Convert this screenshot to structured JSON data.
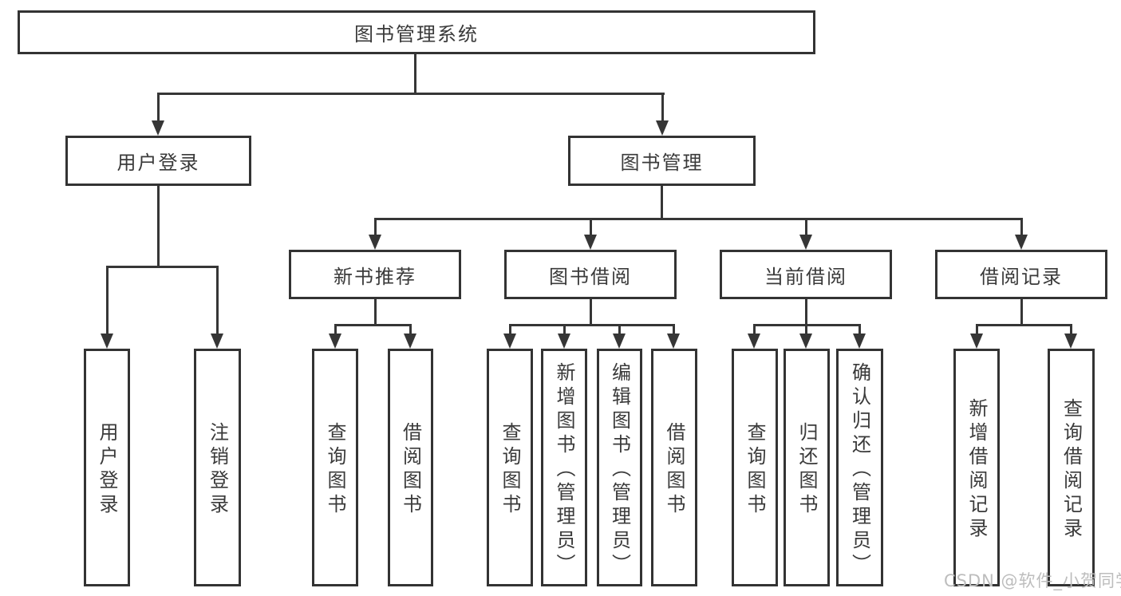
{
  "diagram": {
    "title": "图书管理系统",
    "root": {
      "label": "图书管理系统"
    },
    "branches": [
      {
        "label": "用户登录",
        "children": [
          "用户登录",
          "注销登录"
        ]
      },
      {
        "label": "图书管理",
        "sections": [
          {
            "label": "新书推荐",
            "children": [
              "查询图书",
              "借阅图书"
            ]
          },
          {
            "label": "图书借阅",
            "children": [
              "查询图书",
              "新增图书（管理员）",
              "编辑图书（管理员）",
              "借阅图书"
            ]
          },
          {
            "label": "当前借阅",
            "children": [
              "查询图书",
              "归还图书",
              "确认归还（管理员）"
            ]
          },
          {
            "label": "借阅记录",
            "children": [
              "新增借阅记录",
              "查询借阅记录"
            ]
          }
        ]
      }
    ]
  },
  "watermark": {
    "text": "CSDN @软件_小贺同学",
    "color": "#bdbdbd"
  },
  "colors": {
    "line": "#363636",
    "border": "#333333",
    "text": "#3a3a3a",
    "background": "#ffffff"
  }
}
